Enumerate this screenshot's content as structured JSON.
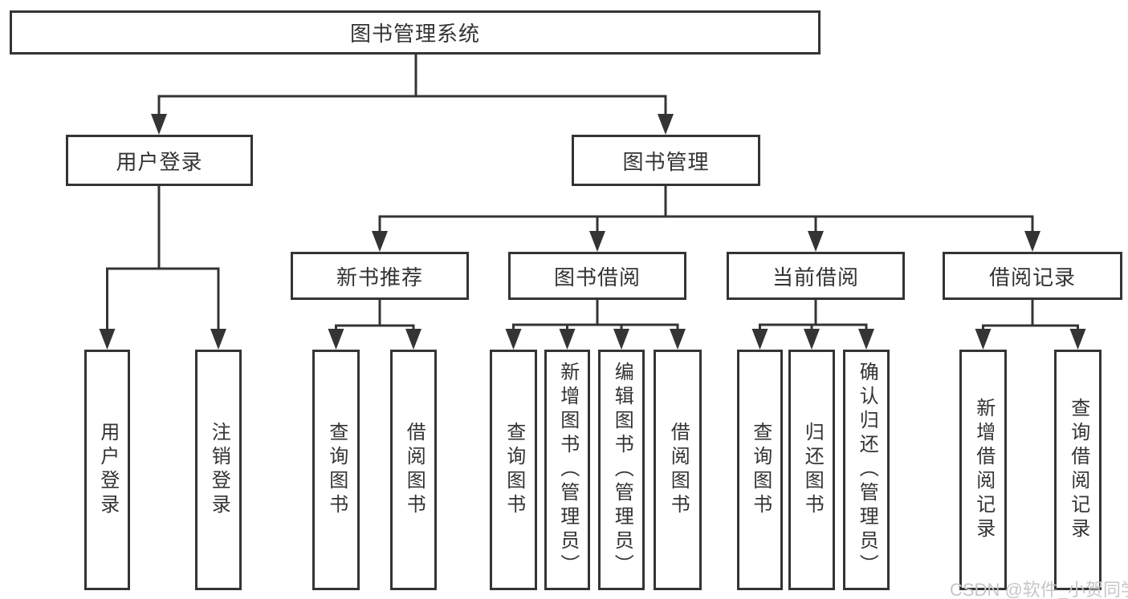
{
  "diagram": {
    "root": {
      "label": "图书管理系统"
    },
    "branches": [
      {
        "label": "用户登录",
        "children": [
          {
            "label": "用户登录"
          },
          {
            "label": "注销登录"
          }
        ]
      },
      {
        "label": "图书管理",
        "sections": [
          {
            "label": "新书推荐",
            "children": [
              {
                "label": "查询图书"
              },
              {
                "label": "借阅图书"
              }
            ]
          },
          {
            "label": "图书借阅",
            "children": [
              {
                "label": "查询图书"
              },
              {
                "label": "新增图书（管理员）"
              },
              {
                "label": "编辑图书（管理员）"
              },
              {
                "label": "借阅图书"
              }
            ]
          },
          {
            "label": "当前借阅",
            "children": [
              {
                "label": "查询图书"
              },
              {
                "label": "归还图书"
              },
              {
                "label": "确认归还（管理员）"
              }
            ]
          },
          {
            "label": "借阅记录",
            "children": [
              {
                "label": "新增借阅记录"
              },
              {
                "label": "查询借阅记录"
              }
            ]
          }
        ]
      }
    ]
  },
  "watermark": {
    "text": "CSDN @软件_小贺同学"
  },
  "colors": {
    "line": "#343434",
    "text": "#333333",
    "box_bg": "#ffffff",
    "bg": "#ffffff",
    "watermark": "#c6c6c6"
  }
}
